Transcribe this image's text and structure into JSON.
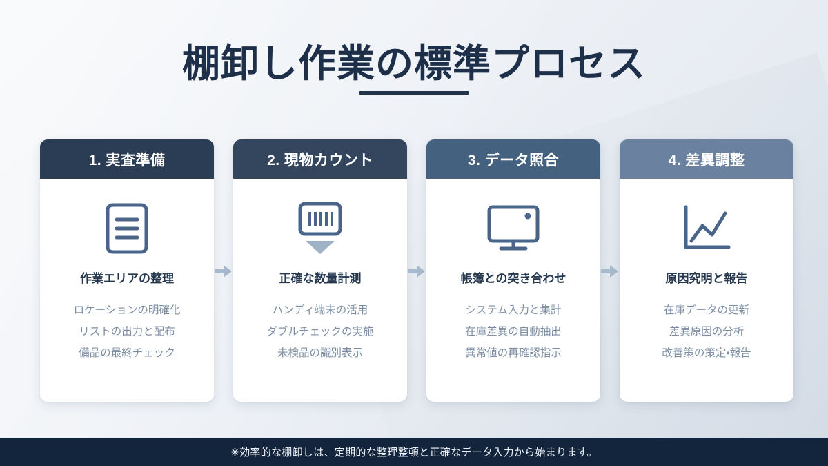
{
  "slide": {
    "title": "棚卸し作業の標準プロセス",
    "background_color": "#eef1f6",
    "title_color": "#1e3049",
    "accent_underline_color": "#22344c"
  },
  "steps": [
    {
      "header": "1. 実査準備",
      "header_color": "#2b3d54",
      "icon": "document-lines-icon",
      "lead": "作業エリアの整理",
      "items": [
        "ロケーションの明確化",
        "リストの出力と配布",
        "備品の最終チェック"
      ]
    },
    {
      "header": "2. 現物カウント",
      "header_color": "#33465e",
      "icon": "barcode-scanner-icon",
      "lead": "正確な数量計測",
      "items": [
        "ハンディ端末の活用",
        "ダブルチェックの実施",
        "未検品の識別表示"
      ]
    },
    {
      "header": "3. データ照合",
      "header_color": "#456180",
      "icon": "monitor-icon",
      "lead": "帳簿との突き合わせ",
      "items": [
        "システム入力と集計",
        "在庫差異の自動抽出",
        "異常値の再確認指示"
      ]
    },
    {
      "header": "4. 差異調整",
      "header_color": "#6a82a0",
      "icon": "line-chart-icon",
      "lead": "原因究明と報告",
      "items": [
        "在庫データの更新",
        "差異原因の分析",
        "改善策の策定・報告"
      ]
    }
  ],
  "connectors": {
    "icon": "arrow-right-icon",
    "color": "#a8bacd",
    "count": 3
  },
  "footer": {
    "note": "※効率的な棚卸しは、定期的な整理整頓と正確なデータ入力から始まります。",
    "background_color": "#13243d",
    "text_color": "#eef2f7"
  },
  "icon_color": "#4a658a"
}
